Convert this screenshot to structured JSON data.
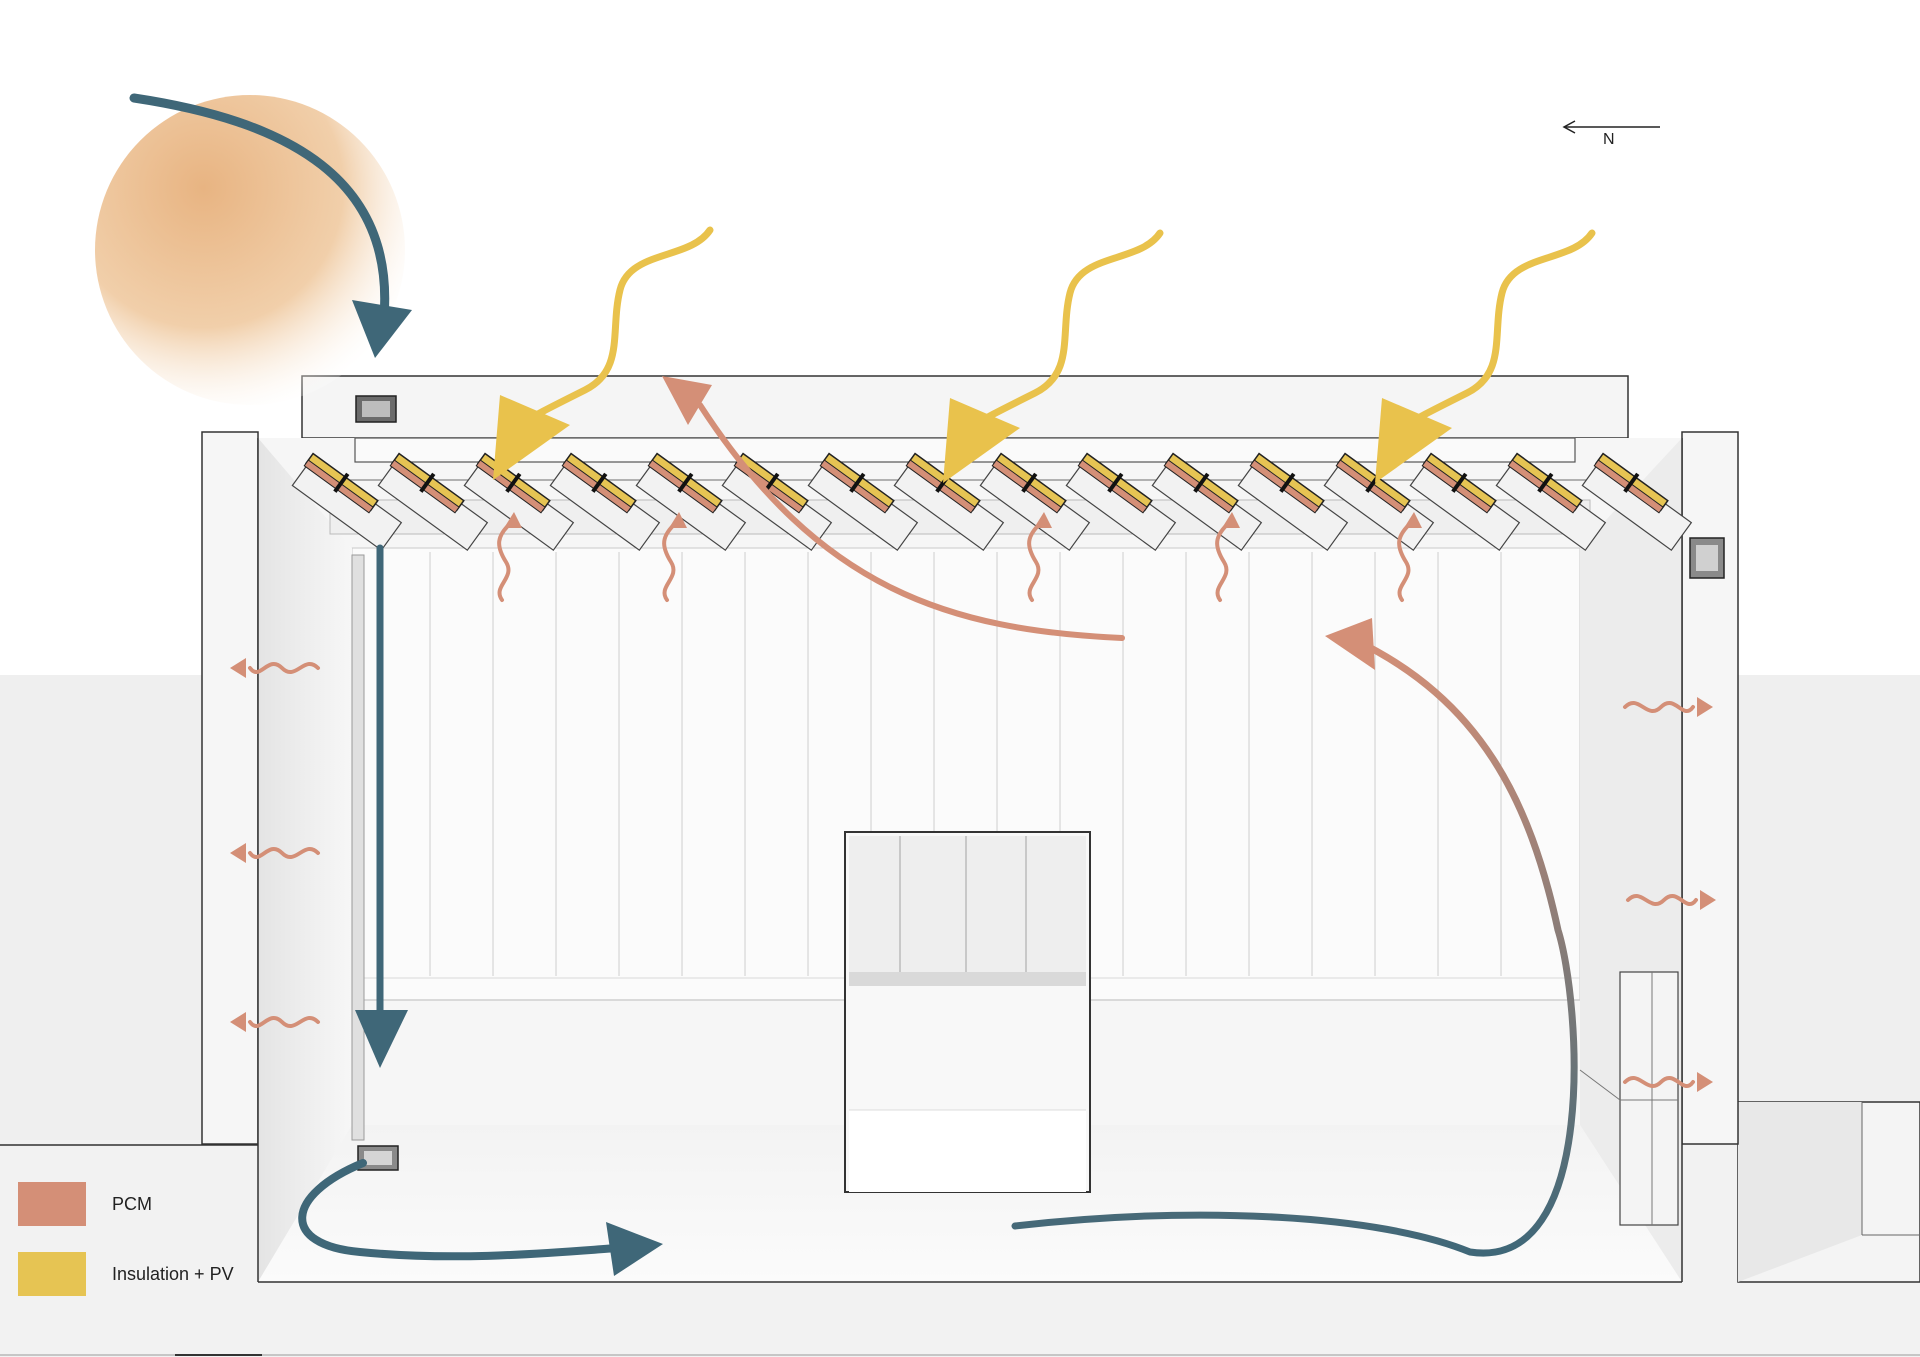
{
  "north_indicator": {
    "label": "N"
  },
  "legend": {
    "items": [
      {
        "label": "PCM",
        "color": "#d48f77",
        "icon": "pcm-swatch"
      },
      {
        "label": "Insulation + PV",
        "color": "#e6c453",
        "icon": "insulation-pv-swatch"
      }
    ]
  },
  "colors": {
    "sun": "#eab98a",
    "cool_air": "#3f6778",
    "solar_radiation": "#e9c24c",
    "heat_flow": "#d48f77",
    "wall": "#f1f1f1",
    "outline": "#333333"
  }
}
